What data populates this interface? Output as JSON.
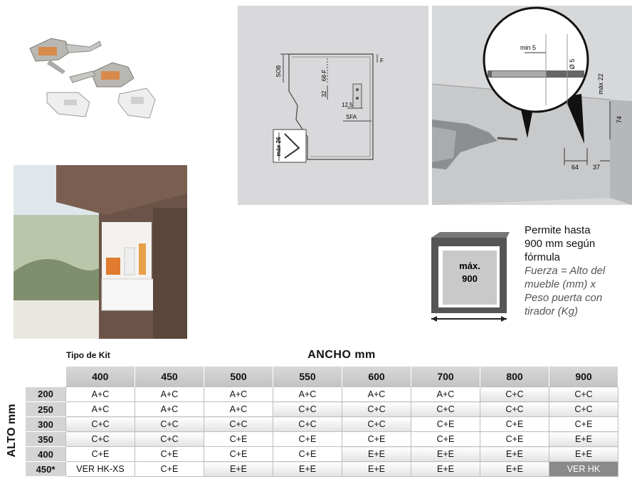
{
  "technical_drawing": {
    "labels": {
      "sob": "SOB",
      "f": "F",
      "offset": "68-F",
      "d32": "32",
      "d125": "12,5",
      "sfa": "SFA",
      "max26": "máx 26"
    }
  },
  "drill_detail": {
    "labels": {
      "min5": "min 5",
      "dia5": "Ø 5",
      "max22": "máx 22",
      "d74": "74",
      "d64": "64",
      "d37": "37"
    }
  },
  "max_box": {
    "label_line1": "máx.",
    "label_line2": "900"
  },
  "info_text": {
    "line1": "Permite hasta",
    "line2": "900 mm según",
    "line3": "fórmula",
    "line4": "Fuerza = Alto del",
    "line5": "mueble (mm) x",
    "line6": "Peso puerta con",
    "line7": "tirador (Kg)"
  },
  "table": {
    "kit_label": "Tipo de Kit",
    "width_label": "ANCHO mm",
    "height_label": "ALTO mm",
    "columns": [
      "400",
      "450",
      "500",
      "550",
      "600",
      "700",
      "800",
      "900"
    ],
    "rows": [
      {
        "height": "200",
        "cells": [
          "A+C",
          "A+C",
          "A+C",
          "A+C",
          "A+C",
          "A+C",
          "C+C",
          "C+C"
        ]
      },
      {
        "height": "250",
        "cells": [
          "A+C",
          "A+C",
          "A+C",
          "C+C",
          "C+C",
          "C+C",
          "C+C",
          "C+C"
        ]
      },
      {
        "height": "300",
        "cells": [
          "C+C",
          "C+C",
          "C+C",
          "C+C",
          "C+C",
          "C+E",
          "C+E",
          "C+E"
        ]
      },
      {
        "height": "350",
        "cells": [
          "C+C",
          "C+C",
          "C+E",
          "C+E",
          "C+E",
          "C+E",
          "C+E",
          "E+E"
        ]
      },
      {
        "height": "400",
        "cells": [
          "C+E",
          "C+E",
          "C+E",
          "C+E",
          "E+E",
          "E+E",
          "E+E",
          "E+E"
        ]
      },
      {
        "height": "450*",
        "cells": [
          "VER HK-XS",
          "C+E",
          "E+E",
          "E+E",
          "E+E",
          "E+E",
          "E+E",
          "VER HK"
        ]
      }
    ]
  },
  "colors": {
    "header_gray": "#cfcfcf",
    "cell_border": "#bdbdbd",
    "dark_cell": "#8a8a8a",
    "panel_bg": "#d9d9db"
  }
}
